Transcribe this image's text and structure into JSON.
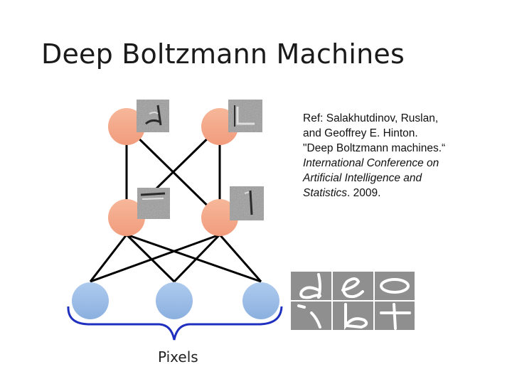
{
  "slide": {
    "title": "Deep Boltzmann Machines"
  },
  "reference": {
    "line1": "Ref: Salakhutdinov, Ruslan,",
    "line2": "and Geoffrey E. Hinton.",
    "line3": "\"Deep Boltzmann machines.“",
    "journal_line1": "International Conference on",
    "journal_line2": "Artificial Intelligence and",
    "journal_line3": "Statistics",
    "year": ". 2009."
  },
  "diagram": {
    "pixels_label": "Pixels",
    "colors": {
      "hidden_node": "#f4a98a",
      "visible_node": "#9dbde6",
      "brace": "#1f2fbf",
      "edge": "#000000"
    }
  }
}
